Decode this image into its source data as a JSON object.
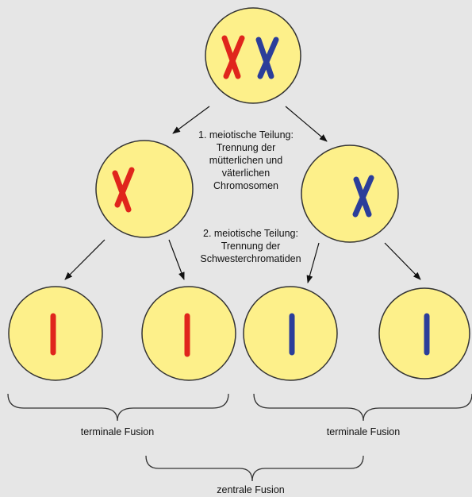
{
  "labels": {
    "division1": [
      "1. meiotische Teilung:",
      "Trennung der",
      "mütterlichen und",
      "väterlichen",
      "Chromosomen"
    ],
    "division2": [
      "2. meiotische Teilung:",
      "Trennung der",
      "Schwesterchromatiden"
    ],
    "fusion_left": "terminale Fusion",
    "fusion_right": "terminale Fusion",
    "fusion_center": "zentrale Fusion"
  },
  "colors": {
    "background": "#e6e6e6",
    "cell_fill": "#fdf08a",
    "cell_stroke": "#333333",
    "maternal": "#e0251c",
    "paternal": "#2b3e9a",
    "arrow": "#111111",
    "brace": "#333333"
  }
}
